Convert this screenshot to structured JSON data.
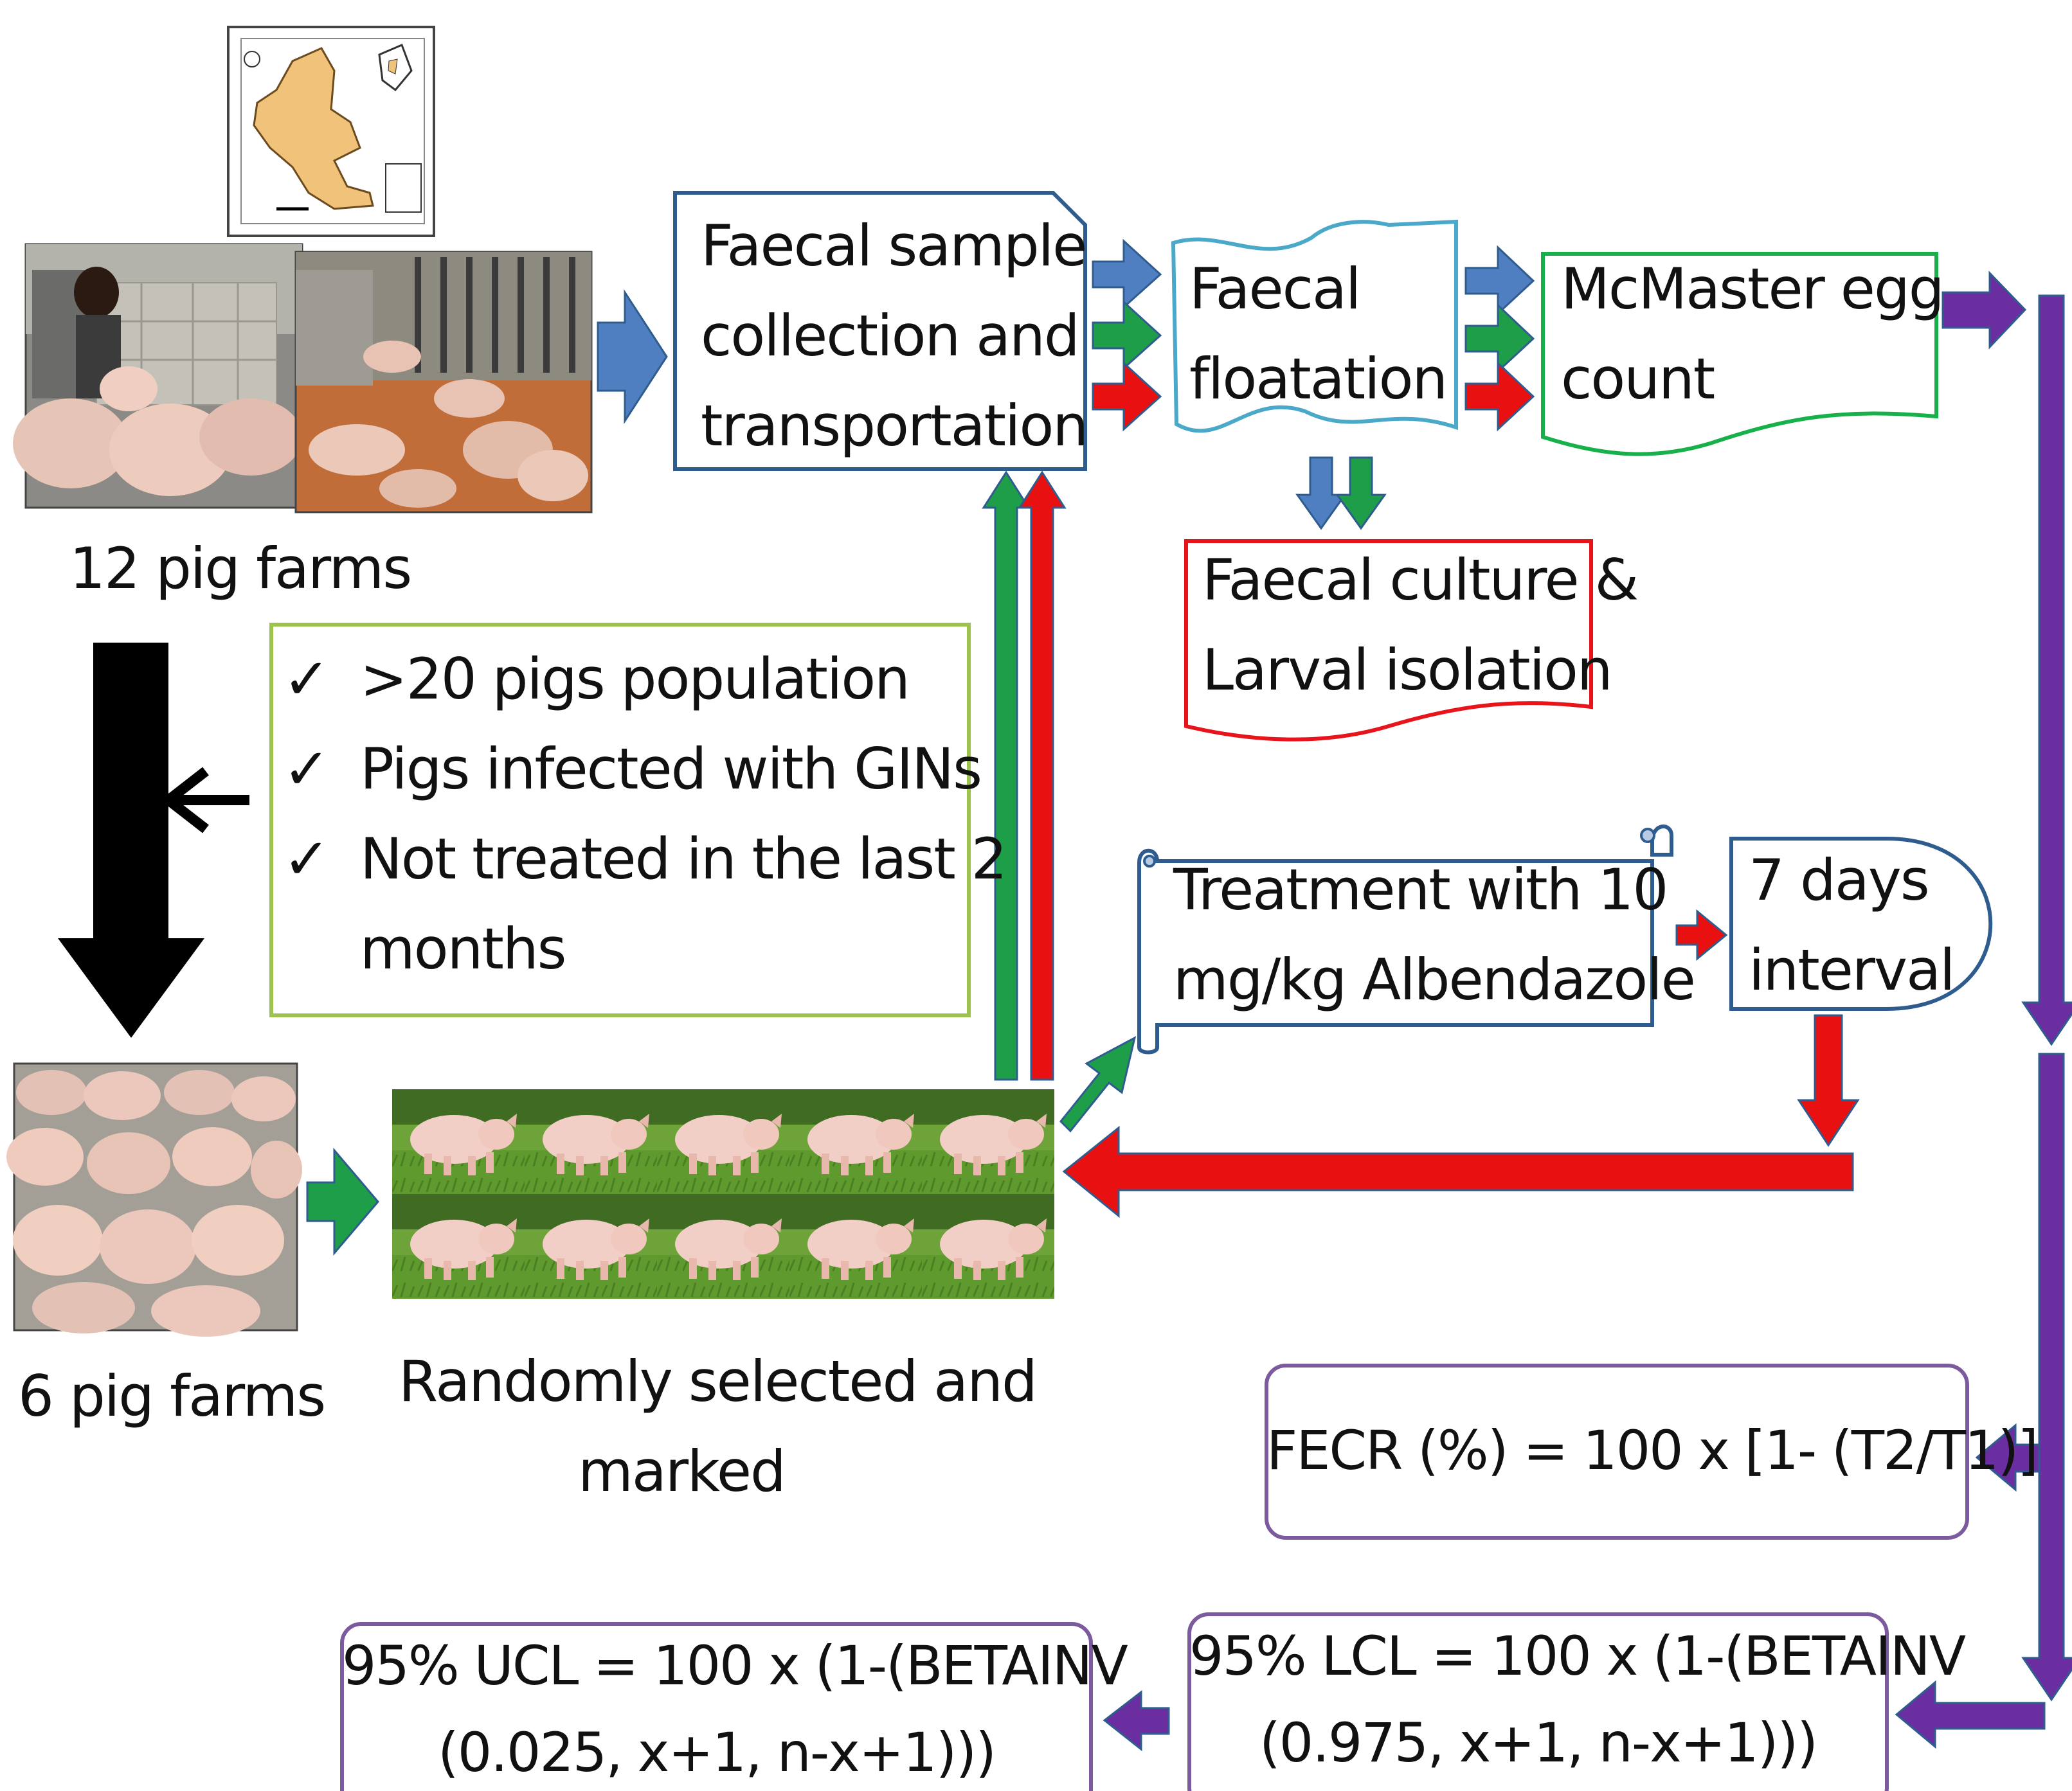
{
  "farms": {
    "start_label": "12 pig farms",
    "selected_label": "6 pig farms"
  },
  "criteria": {
    "items": [
      ">20 pigs population",
      "Pigs infected with GINs",
      "Not treated in the last 2"
    ],
    "continuation": "months",
    "tick": "✓"
  },
  "pigs": {
    "label_line1": "Randomly selected and",
    "label_line2": "marked"
  },
  "steps": {
    "collection": [
      "Faecal sample",
      "collection and",
      "transportation"
    ],
    "floatation": [
      "Faecal",
      "floatation"
    ],
    "mcmaster": [
      "McMaster egg",
      "count"
    ],
    "culture": [
      "Faecal culture &",
      "Larval isolation"
    ],
    "treatment": [
      "Treatment with 10",
      "mg/kg Albendazole"
    ],
    "interval": [
      "7 days",
      "interval"
    ]
  },
  "formulas": {
    "fecr": "FECR (%) = 100 x [1- (T2/T1)]",
    "lcl": [
      "95% LCL = 100 x (1-(BETAINV",
      "(0.975, x+1, n-x+1)))"
    ],
    "ucl": [
      "95% UCL = 100 x (1-(BETAINV",
      "(0.025, x+1, n-x+1)))"
    ]
  },
  "colors": {
    "blue": "#4f7fc0",
    "green": "#1f9e4a",
    "red": "#e81010",
    "purple": "#6a2ea0",
    "box_blue": "#2f5c8f",
    "box_green": "#18b04a",
    "box_red": "#e8141c",
    "box_purple": "#7b5a9e",
    "box_olive": "#9cc34e",
    "box_teal": "#4aa8c8"
  }
}
